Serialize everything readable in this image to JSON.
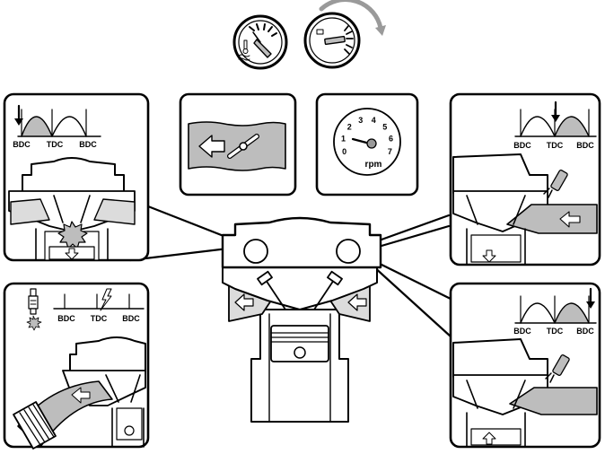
{
  "phase_labels": {
    "bdc": "BDC",
    "tdc": "TDC"
  },
  "tachometer": {
    "unit": "rpm",
    "ticks": [
      "0",
      "1",
      "2",
      "3",
      "4",
      "5",
      "6",
      "7"
    ]
  },
  "icons": {
    "coolant_temperature": "coolant-temperature-gauge-icon",
    "ignition_switch": "ignition-key-switch-icon",
    "throttle": "throttle-valve-icon",
    "spark_plug": "spark-plug-icon",
    "spark": "lightning-bolt-icon",
    "fuel_injector": "fuel-injector-icon",
    "air_filter": "air-filter-icon"
  },
  "colors": {
    "line": "#000000",
    "fill_gray": "#bdbdbd",
    "light_gray": "#dcdcdc",
    "background": "#ffffff"
  }
}
